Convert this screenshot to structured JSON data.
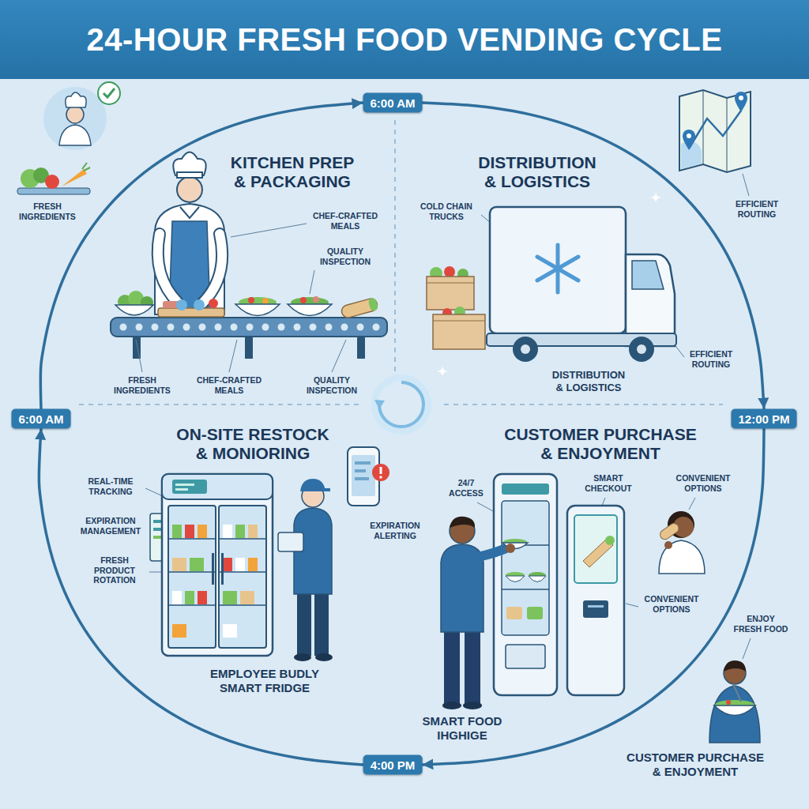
{
  "diagram": {
    "title": "24-HOUR FRESH FOOD VENDING CYCLE",
    "nodes": [
      {
        "text": [
          "6:00 AM"
        ]
      },
      {
        "text": [
          "6:00 AM"
        ]
      },
      {
        "text": [
          "12:00 PM"
        ]
      },
      {
        "text": [
          "4:00 PM"
        ]
      }
    ],
    "edges": [
      {
        "from": 1,
        "to": 0,
        "arrow": "to"
      },
      {
        "from": 0,
        "to": 2,
        "arrow": "to"
      },
      {
        "from": 2,
        "to": 3,
        "arrow": "to"
      },
      {
        "from": 3,
        "to": 1,
        "arrow": "to"
      }
    ],
    "labels": [
      "KITCHEN PREP & PACKAGING",
      "FRESH INGREDIENTS",
      "CHEF-CRAFTED MEALS",
      "QUALITY INSPECTION",
      "FRESH INGREDIENTS",
      "CHEF-CRAFTED MEALS",
      "QUALITY INSPECTION",
      "DISTRIBUTION & LOGISTICS",
      "COLD CHAIN TRUCKS",
      "EFFICIENT ROUTING",
      "EFFICIENT ROUTING",
      "DISTRIBUTION & LOGISTICS",
      "ON-SITE RESTOCK & MONIORING",
      "REAL-TIME TRACKING",
      "EXPIRATION MANAGEMENT",
      "FRESH PRODUCT ROTATION",
      "EXPIRATION ALERTING",
      "EMPLOYEE BUDLY SMART FRIDGE",
      "CUSTOMER PURCHASE & ENJOYMENT",
      "24/7 ACCESS",
      "SMART CHECKOUT",
      "CONVENIENT OPTIONS",
      "CONVENIENT OPTIONS",
      "ENJOY FRESH FOOD",
      "SMART FOOD IHGHIGE",
      "CUSTOMER PURCHASE & ENJOYMENT"
    ]
  }
}
